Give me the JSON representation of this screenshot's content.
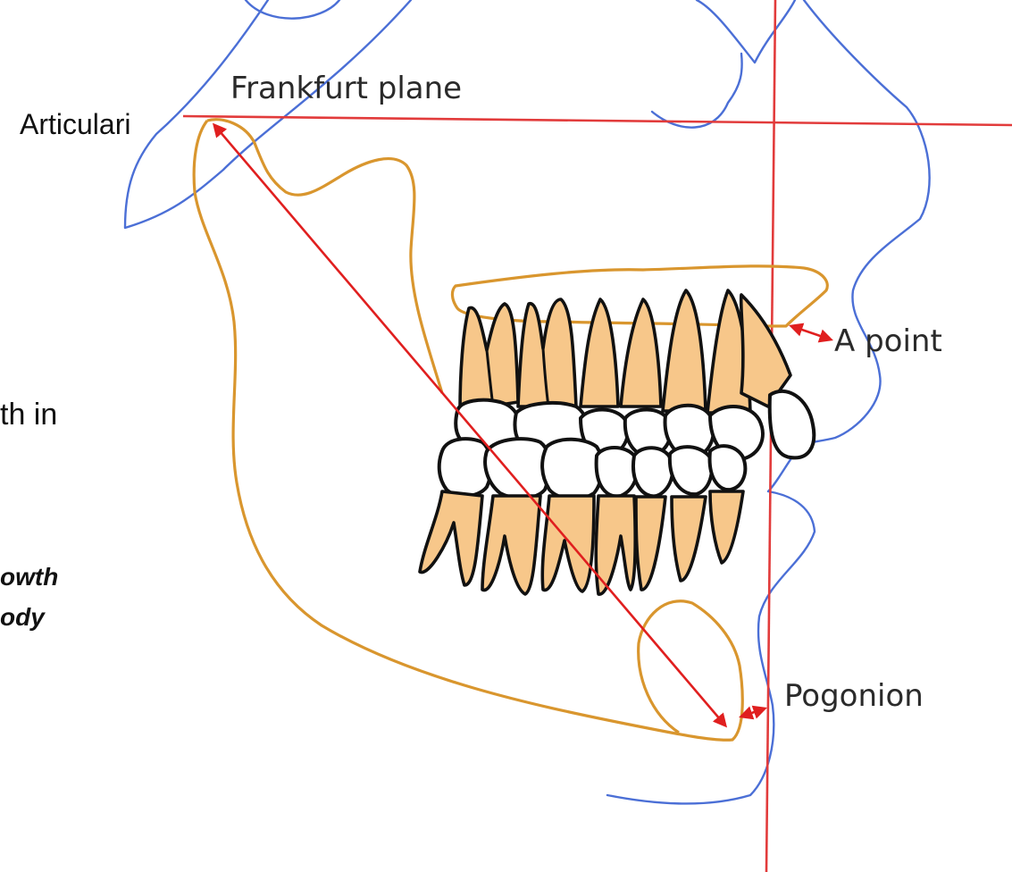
{
  "labels": {
    "frankfurt_plane": "Frankfurt plane",
    "articulare": "Articulari",
    "a_point": "A point",
    "pogonion": "Pogonion"
  },
  "cropped_text": {
    "line1": "th in",
    "line2": "owth",
    "line3": "ody"
  },
  "colors": {
    "soft_tissue": "#4b6fd6",
    "bone_outline": "#d9962e",
    "reference_lines": "#e23b3b",
    "root_fill": "#f7c78a",
    "crown_fill": "#ffffff",
    "tooth_outline": "#111111"
  }
}
